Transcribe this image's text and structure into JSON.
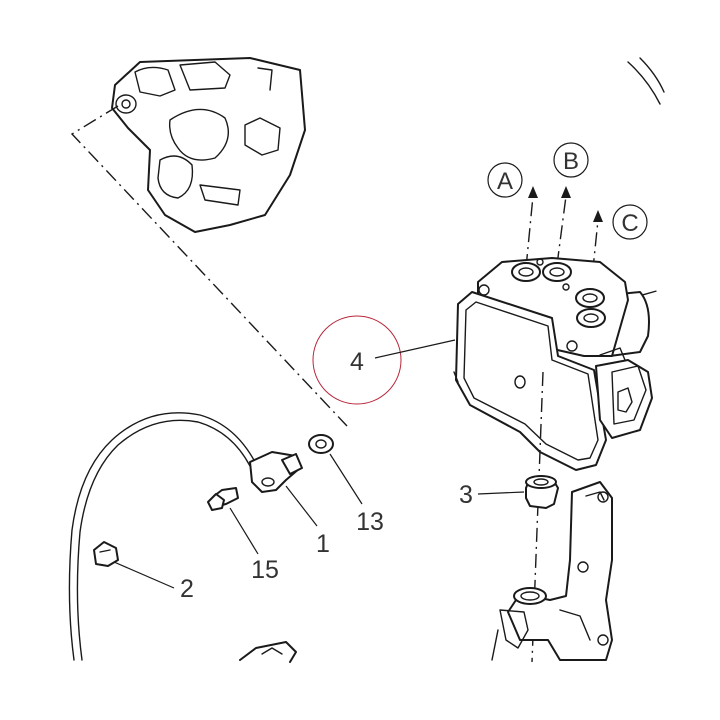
{
  "diagram": {
    "part_labels": [
      {
        "key": "p4",
        "text": "4"
      },
      {
        "key": "p3",
        "text": "3"
      },
      {
        "key": "p13",
        "text": "13"
      },
      {
        "key": "p1",
        "text": "1"
      },
      {
        "key": "p15",
        "text": "15"
      },
      {
        "key": "p2",
        "text": "2"
      }
    ],
    "connection_labels": [
      {
        "key": "A",
        "text": "A"
      },
      {
        "key": "B",
        "text": "B"
      },
      {
        "key": "C",
        "text": "C"
      }
    ],
    "highlight_color": "#b8283c",
    "line_color": "#1a1a1a",
    "label_color": "#333333"
  }
}
